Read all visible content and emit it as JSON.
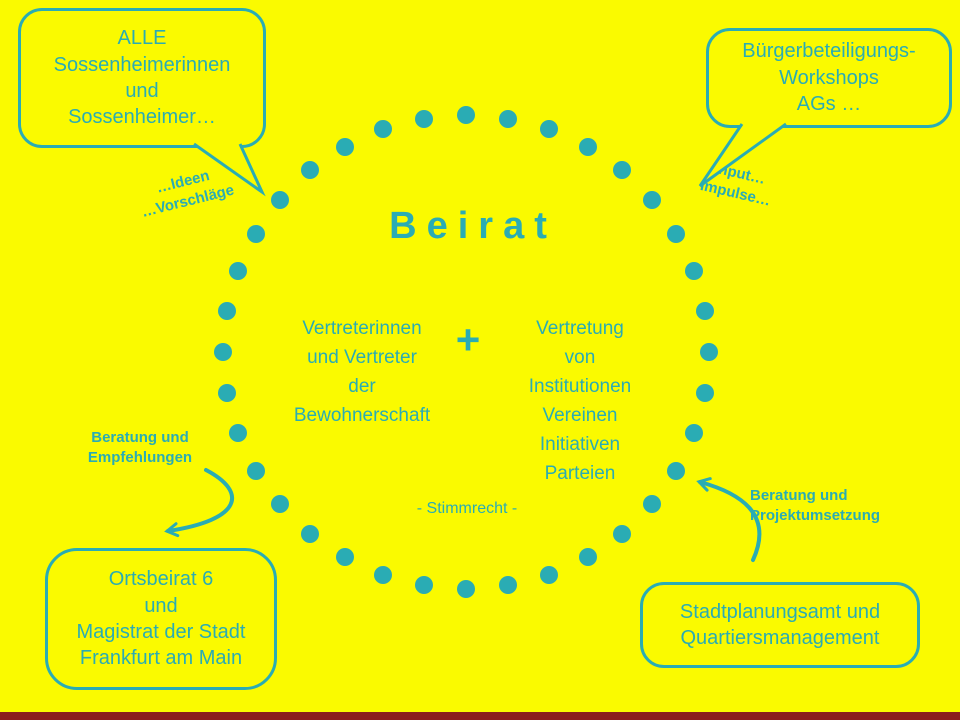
{
  "title": "Beirat",
  "circle": {
    "left_block": {
      "lines": [
        "Vertreterinnen",
        "und Vertreter",
        "der",
        "Bewohnerschaft"
      ]
    },
    "plus": "+",
    "right_block": {
      "lines": [
        "Vertretung",
        "von",
        "Institutionen",
        "Vereinen",
        "Initiativen",
        "Parteien"
      ]
    },
    "note": "- Stimmrecht -"
  },
  "callouts": {
    "top_left": {
      "lines": [
        "ALLE",
        "Sossenheimerinnen",
        "und",
        "Sossenheimer…"
      ]
    },
    "top_right": {
      "lines": [
        "Bürgerbeteiligungs-",
        "Workshops",
        "AGs …"
      ]
    },
    "bottom_left": {
      "lines": [
        "Ortsbeirat 6",
        "und",
        "Magistrat der Stadt",
        "Frankfurt am Main"
      ]
    },
    "bottom_right": {
      "lines": [
        "Stadtplanungsamt und",
        "Quartiersmanagement"
      ]
    }
  },
  "labels": {
    "ideas": {
      "lines": [
        "…Ideen",
        "…Vorschläge"
      ]
    },
    "input": {
      "lines": [
        "Input…",
        "Impulse…"
      ]
    },
    "advice_left": {
      "lines": [
        "Beratung und",
        "Empfehlungen"
      ]
    },
    "advice_right": {
      "lines": [
        "Beratung und",
        "Projektumsetzung"
      ]
    }
  },
  "colors": {
    "background": "#fafa00",
    "accent": "#2aacb4",
    "footer_strip": "#8b1d1d"
  }
}
